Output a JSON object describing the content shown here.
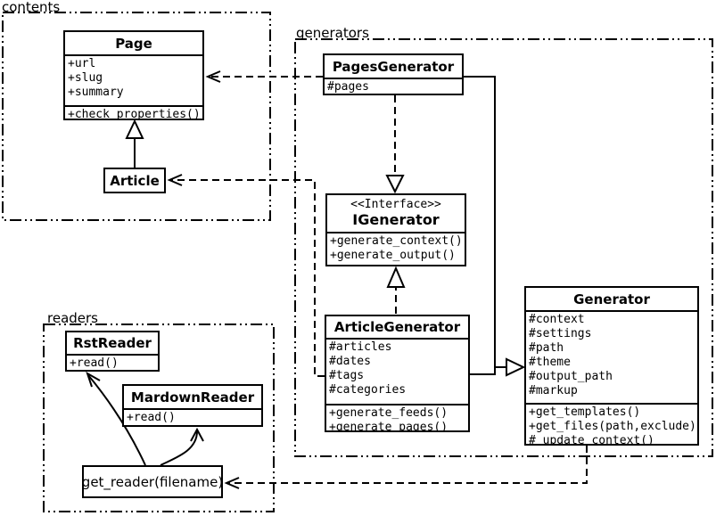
{
  "colors": {
    "line": "#000000",
    "background": "#ffffff",
    "text": "#000000"
  },
  "packages": {
    "contents": {
      "label": "contents"
    },
    "generators": {
      "label": "generators"
    },
    "readers": {
      "label": "readers"
    }
  },
  "classes": {
    "page": {
      "title": "Page",
      "attributes": [
        "+url",
        "+slug",
        "+summary"
      ],
      "methods": [
        "+check_properties()"
      ]
    },
    "article": {
      "title": "Article"
    },
    "pages_generator": {
      "title": "PagesGenerator",
      "attributes": [
        "#pages"
      ]
    },
    "igenerator": {
      "stereotype": "<<Interface>>",
      "title": "IGenerator",
      "methods": [
        "+generate_context()",
        "+generate_output()"
      ]
    },
    "article_generator": {
      "title": "ArticleGenerator",
      "attributes": [
        "#articles",
        "#dates",
        "#tags",
        "#categories"
      ],
      "methods": [
        "+generate_feeds()",
        "+generate_pages()"
      ]
    },
    "generator": {
      "title": "Generator",
      "attributes": [
        "#context",
        "#settings",
        "#path",
        "#theme",
        "#output_path",
        "#markup"
      ],
      "methods": [
        "+get_templates()",
        "+get_files(path,exclude)",
        "#_update_context()"
      ]
    },
    "rst_reader": {
      "title": "RstReader",
      "methods": [
        "+read()"
      ]
    },
    "mardown_reader": {
      "title": "MardownReader",
      "methods": [
        "+read()"
      ]
    },
    "get_reader": {
      "label": "get_reader(filename)"
    }
  },
  "relationships": [
    {
      "from": "Article",
      "to": "Page",
      "type": "generalization"
    },
    {
      "from": "PagesGenerator",
      "to": "Page",
      "type": "dependency"
    },
    {
      "from": "ArticleGenerator",
      "to": "Article",
      "type": "dependency"
    },
    {
      "from": "PagesGenerator",
      "to": "IGenerator",
      "type": "realization"
    },
    {
      "from": "ArticleGenerator",
      "to": "IGenerator",
      "type": "realization"
    },
    {
      "from": "PagesGenerator",
      "to": "Generator",
      "type": "generalization"
    },
    {
      "from": "ArticleGenerator",
      "to": "Generator",
      "type": "generalization"
    },
    {
      "from": "Generator",
      "to": "get_reader(filename)",
      "type": "dependency"
    },
    {
      "from": "get_reader(filename)",
      "to": "RstReader",
      "type": "arrow"
    },
    {
      "from": "get_reader(filename)",
      "to": "MardownReader",
      "type": "arrow"
    }
  ]
}
